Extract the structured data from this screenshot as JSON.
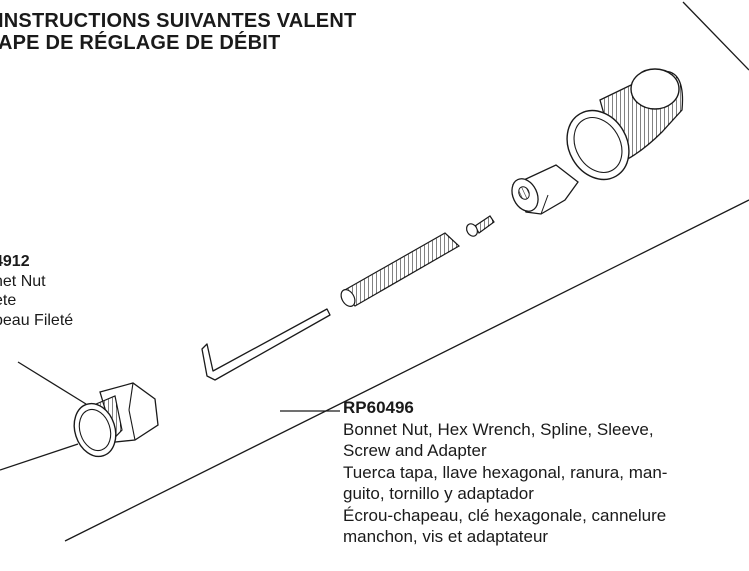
{
  "heading": {
    "line1": "INSTRUCTIONS SUIVANTES VALENT",
    "line2": "APE DE RÉGLAGE DE DÉBIT"
  },
  "left_callout": {
    "part_number": "4912",
    "lines": [
      "net Nut",
      "ete",
      "peau Fileté"
    ]
  },
  "right_callout": {
    "part_number": "RP60496",
    "lines": [
      "Bonnet Nut, Hex Wrench, Spline, Sleeve,",
      "Screw and Adapter",
      "Tuerca tapa, llave hexagonal, ranura, man-",
      "guito, tornillo y adaptador",
      "Écrou-chapeau, clé hexagonale, cannelure",
      "manchon, vis et adaptateur"
    ]
  },
  "colors": {
    "ink": "#1a1a1a",
    "paper": "#ffffff"
  }
}
